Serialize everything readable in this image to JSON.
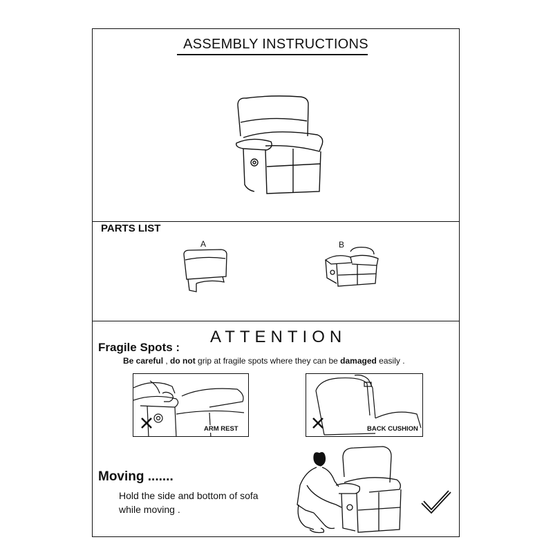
{
  "header": {
    "title": "ASSEMBLY  INSTRUCTIONS"
  },
  "parts": {
    "title": "PARTS LIST",
    "items": [
      {
        "label": "A"
      },
      {
        "label": "B"
      }
    ]
  },
  "attention": {
    "heading": "ATTENTION",
    "fragile_title": "Fragile  Spots :",
    "warning": {
      "p1": "Be careful",
      "p2": " , ",
      "p3": "do not",
      "p4": " grip at fragile spots where they can be ",
      "p5": "damaged",
      "p6": " easily ."
    },
    "spots": [
      {
        "label": "ARM  REST"
      },
      {
        "label": "BACK CUSHION"
      }
    ]
  },
  "moving": {
    "title": "Moving .......",
    "line1": "Hold the side and bottom of sofa",
    "line2": "while moving ."
  }
}
